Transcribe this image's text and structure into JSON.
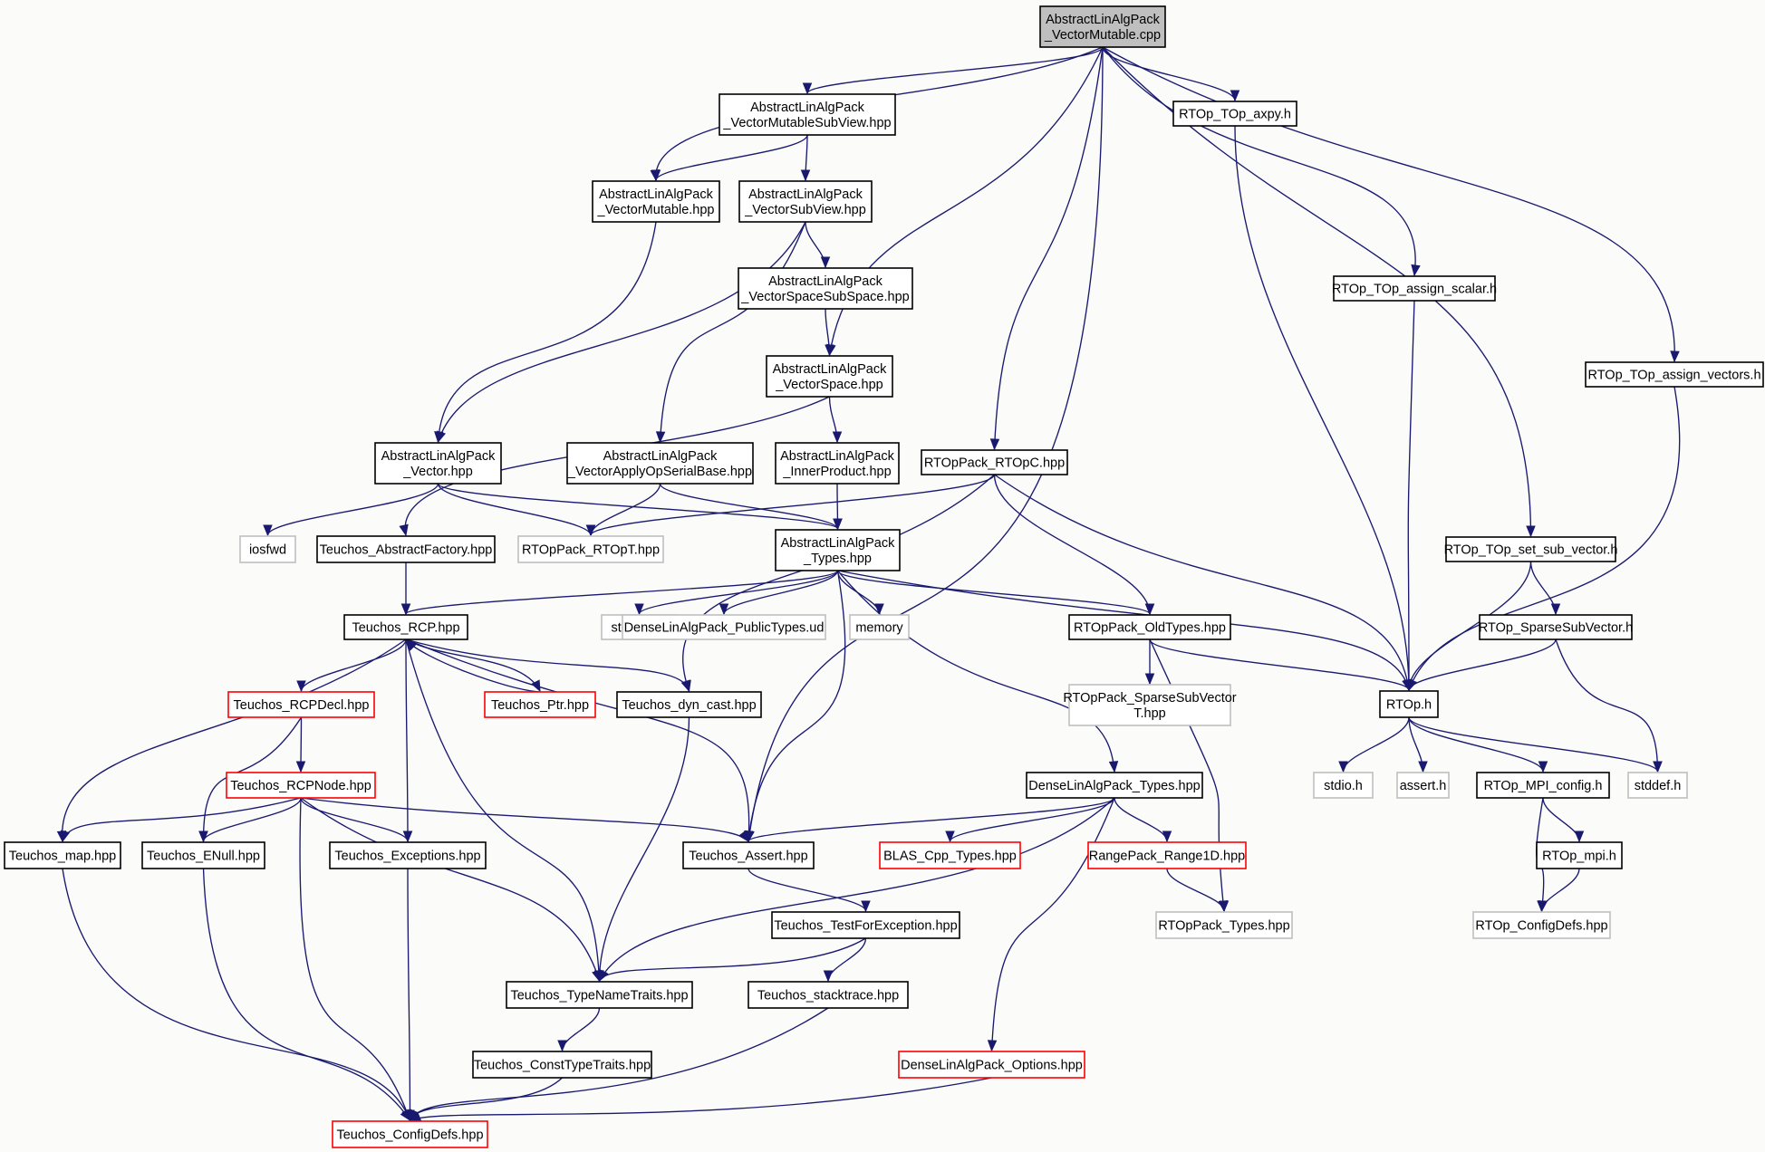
{
  "graph": {
    "nodes": [
      {
        "id": "root",
        "lines": [
          "AbstractLinAlgPack",
          "_VectorMutable.cpp"
        ],
        "style": "root"
      },
      {
        "id": "vmsv",
        "lines": [
          "AbstractLinAlgPack",
          "_VectorMutableSubView.hpp"
        ],
        "style": "normal"
      },
      {
        "id": "vm",
        "lines": [
          "AbstractLinAlgPack",
          "_VectorMutable.hpp"
        ],
        "style": "normal"
      },
      {
        "id": "vsv",
        "lines": [
          "AbstractLinAlgPack",
          "_VectorSubView.hpp"
        ],
        "style": "normal"
      },
      {
        "id": "vsss",
        "lines": [
          "AbstractLinAlgPack",
          "_VectorSpaceSubSpace.hpp"
        ],
        "style": "normal"
      },
      {
        "id": "vs",
        "lines": [
          "AbstractLinAlgPack",
          "_VectorSpace.hpp"
        ],
        "style": "normal"
      },
      {
        "id": "vec",
        "lines": [
          "AbstractLinAlgPack",
          "_Vector.hpp"
        ],
        "style": "normal"
      },
      {
        "id": "vaosb",
        "lines": [
          "AbstractLinAlgPack",
          "_VectorApplyOpSerialBase.hpp"
        ],
        "style": "normal"
      },
      {
        "id": "ip",
        "lines": [
          "AbstractLinAlgPack",
          "_InnerProduct.hpp"
        ],
        "style": "normal"
      },
      {
        "id": "types",
        "lines": [
          "AbstractLinAlgPack",
          "_Types.hpp"
        ],
        "style": "normal"
      },
      {
        "id": "rtopc",
        "lines": [
          "RTOpPack_RTOpC.hpp"
        ],
        "style": "normal"
      },
      {
        "id": "axpy",
        "lines": [
          "RTOp_TOp_axpy.h"
        ],
        "style": "normal"
      },
      {
        "id": "ascalar",
        "lines": [
          "RTOp_TOp_assign_scalar.h"
        ],
        "style": "normal"
      },
      {
        "id": "avectors",
        "lines": [
          "RTOp_TOp_assign_vectors.h"
        ],
        "style": "normal"
      },
      {
        "id": "setsub",
        "lines": [
          "RTOp_TOp_set_sub_vector.h"
        ],
        "style": "normal"
      },
      {
        "id": "sparsesub",
        "lines": [
          "RTOp_SparseSubVector.h"
        ],
        "style": "normal"
      },
      {
        "id": "iosfwd",
        "lines": [
          "iosfwd"
        ],
        "style": "gray"
      },
      {
        "id": "absfact",
        "lines": [
          "Teuchos_AbstractFactory.hpp"
        ],
        "style": "normal"
      },
      {
        "id": "rtopt",
        "lines": [
          "RTOpPack_RTOpT.hpp"
        ],
        "style": "gray"
      },
      {
        "id": "rcp",
        "lines": [
          "Teuchos_RCP.hpp"
        ],
        "style": "normal"
      },
      {
        "id": "stdexcept",
        "lines": [
          "stdexcept"
        ],
        "style": "gray"
      },
      {
        "id": "dlapub",
        "lines": [
          "DenseLinAlgPack_PublicTypes.ud"
        ],
        "style": "gray"
      },
      {
        "id": "memory",
        "lines": [
          "memory"
        ],
        "style": "gray"
      },
      {
        "id": "oldtypes",
        "lines": [
          "RTOpPack_OldTypes.hpp"
        ],
        "style": "normal"
      },
      {
        "id": "rtoph",
        "lines": [
          "RTOp.h"
        ],
        "style": "normal"
      },
      {
        "id": "rcpdecl",
        "lines": [
          "Teuchos_RCPDecl.hpp"
        ],
        "style": "red"
      },
      {
        "id": "ptr",
        "lines": [
          "Teuchos_Ptr.hpp"
        ],
        "style": "red"
      },
      {
        "id": "dyncast",
        "lines": [
          "Teuchos_dyn_cast.hpp"
        ],
        "style": "normal"
      },
      {
        "id": "sparsesubt",
        "lines": [
          "RTOpPack_SparseSubVector",
          "T.hpp"
        ],
        "style": "gray"
      },
      {
        "id": "rcpnode",
        "lines": [
          "Teuchos_RCPNode.hpp"
        ],
        "style": "red"
      },
      {
        "id": "dlatypes",
        "lines": [
          "DenseLinAlgPack_Types.hpp"
        ],
        "style": "normal"
      },
      {
        "id": "stdio",
        "lines": [
          "stdio.h"
        ],
        "style": "gray"
      },
      {
        "id": "asserth",
        "lines": [
          "assert.h"
        ],
        "style": "gray"
      },
      {
        "id": "mpiconfig",
        "lines": [
          "RTOp_MPI_config.h"
        ],
        "style": "normal"
      },
      {
        "id": "stddef",
        "lines": [
          "stddef.h"
        ],
        "style": "gray"
      },
      {
        "id": "map",
        "lines": [
          "Teuchos_map.hpp"
        ],
        "style": "normal"
      },
      {
        "id": "enull",
        "lines": [
          "Teuchos_ENull.hpp"
        ],
        "style": "normal"
      },
      {
        "id": "exceptions",
        "lines": [
          "Teuchos_Exceptions.hpp"
        ],
        "style": "normal"
      },
      {
        "id": "tassert",
        "lines": [
          "Teuchos_Assert.hpp"
        ],
        "style": "normal"
      },
      {
        "id": "blas",
        "lines": [
          "BLAS_Cpp_Types.hpp"
        ],
        "style": "red"
      },
      {
        "id": "range1d",
        "lines": [
          "RangePack_Range1D.hpp"
        ],
        "style": "red"
      },
      {
        "id": "rtopmpi",
        "lines": [
          "RTOp_mpi.h"
        ],
        "style": "normal"
      },
      {
        "id": "testforexc",
        "lines": [
          "Teuchos_TestForException.hpp"
        ],
        "style": "normal"
      },
      {
        "id": "rtoptypes",
        "lines": [
          "RTOpPack_Types.hpp"
        ],
        "style": "gray"
      },
      {
        "id": "rtopconfig",
        "lines": [
          "RTOp_ConfigDefs.hpp"
        ],
        "style": "gray"
      },
      {
        "id": "typename",
        "lines": [
          "Teuchos_TypeNameTraits.hpp"
        ],
        "style": "normal"
      },
      {
        "id": "stacktrace",
        "lines": [
          "Teuchos_stacktrace.hpp"
        ],
        "style": "normal"
      },
      {
        "id": "consttype",
        "lines": [
          "Teuchos_ConstTypeTraits.hpp"
        ],
        "style": "normal"
      },
      {
        "id": "dlaoptions",
        "lines": [
          "DenseLinAlgPack_Options.hpp"
        ],
        "style": "red"
      },
      {
        "id": "configdefs",
        "lines": [
          "Teuchos_ConfigDefs.hpp"
        ],
        "style": "red"
      }
    ],
    "edges": [
      [
        "root",
        "vmsv"
      ],
      [
        "root",
        "vm"
      ],
      [
        "root",
        "vs"
      ],
      [
        "root",
        "rtopc"
      ],
      [
        "root",
        "tassert"
      ],
      [
        "root",
        "axpy"
      ],
      [
        "root",
        "ascalar"
      ],
      [
        "root",
        "setsub"
      ],
      [
        "root",
        "avectors"
      ],
      [
        "vmsv",
        "vm"
      ],
      [
        "vmsv",
        "vsv"
      ],
      [
        "vm",
        "vec"
      ],
      [
        "vsv",
        "vec"
      ],
      [
        "vsv",
        "vaosb"
      ],
      [
        "vsv",
        "vsss"
      ],
      [
        "vsss",
        "vs"
      ],
      [
        "vs",
        "absfact"
      ],
      [
        "vs",
        "ip"
      ],
      [
        "vec",
        "iosfwd"
      ],
      [
        "vec",
        "rtopt"
      ],
      [
        "vec",
        "types"
      ],
      [
        "vaosb",
        "rtopt"
      ],
      [
        "vaosb",
        "types"
      ],
      [
        "ip",
        "types"
      ],
      [
        "rtopc",
        "rtopt"
      ],
      [
        "rtopc",
        "dyncast"
      ],
      [
        "rtopc",
        "oldtypes"
      ],
      [
        "rtopc",
        "rtoph"
      ],
      [
        "axpy",
        "rtoph"
      ],
      [
        "ascalar",
        "rtoph"
      ],
      [
        "avectors",
        "rtoph"
      ],
      [
        "setsub",
        "rtoph"
      ],
      [
        "setsub",
        "sparsesub"
      ],
      [
        "sparsesub",
        "rtoph"
      ],
      [
        "sparsesub",
        "stddef"
      ],
      [
        "absfact",
        "rcp"
      ],
      [
        "types",
        "rcp"
      ],
      [
        "types",
        "stdexcept"
      ],
      [
        "types",
        "dlapub"
      ],
      [
        "types",
        "memory"
      ],
      [
        "types",
        "oldtypes"
      ],
      [
        "types",
        "rtoph"
      ],
      [
        "types",
        "tassert"
      ],
      [
        "types",
        "dlatypes"
      ],
      [
        "rcp",
        "rcpdecl"
      ],
      [
        "rcp",
        "ptr"
      ],
      [
        "rcp",
        "dyncast"
      ],
      [
        "rcp",
        "exceptions"
      ],
      [
        "rcp",
        "typename"
      ],
      [
        "rcp",
        "map"
      ],
      [
        "rcp",
        "tassert"
      ],
      [
        "ptr",
        "rcp"
      ],
      [
        "oldtypes",
        "sparsesubt"
      ],
      [
        "oldtypes",
        "rtoph"
      ],
      [
        "oldtypes",
        "rtoptypes"
      ],
      [
        "rtoph",
        "stdio"
      ],
      [
        "rtoph",
        "asserth"
      ],
      [
        "rtoph",
        "mpiconfig"
      ],
      [
        "rtoph",
        "stddef"
      ],
      [
        "rcpdecl",
        "rcpnode"
      ],
      [
        "rcpdecl",
        "enull"
      ],
      [
        "dyncast",
        "typename"
      ],
      [
        "rcpnode",
        "map"
      ],
      [
        "rcpnode",
        "enull"
      ],
      [
        "rcpnode",
        "exceptions"
      ],
      [
        "rcpnode",
        "tassert"
      ],
      [
        "rcpnode",
        "typename"
      ],
      [
        "rcpnode",
        "configdefs"
      ],
      [
        "dlatypes",
        "tassert"
      ],
      [
        "dlatypes",
        "blas"
      ],
      [
        "dlatypes",
        "range1d"
      ],
      [
        "dlatypes",
        "typename"
      ],
      [
        "dlatypes",
        "dlaoptions"
      ],
      [
        "mpiconfig",
        "rtopmpi"
      ],
      [
        "mpiconfig",
        "rtopconfig"
      ],
      [
        "map",
        "configdefs"
      ],
      [
        "enull",
        "configdefs"
      ],
      [
        "exceptions",
        "configdefs"
      ],
      [
        "tassert",
        "testforexc"
      ],
      [
        "range1d",
        "rtoptypes"
      ],
      [
        "rtopmpi",
        "rtopconfig"
      ],
      [
        "testforexc",
        "typename"
      ],
      [
        "testforexc",
        "stacktrace"
      ],
      [
        "typename",
        "consttype"
      ],
      [
        "stacktrace",
        "configdefs"
      ],
      [
        "consttype",
        "configdefs"
      ],
      [
        "dlaoptions",
        "configdefs"
      ]
    ]
  }
}
